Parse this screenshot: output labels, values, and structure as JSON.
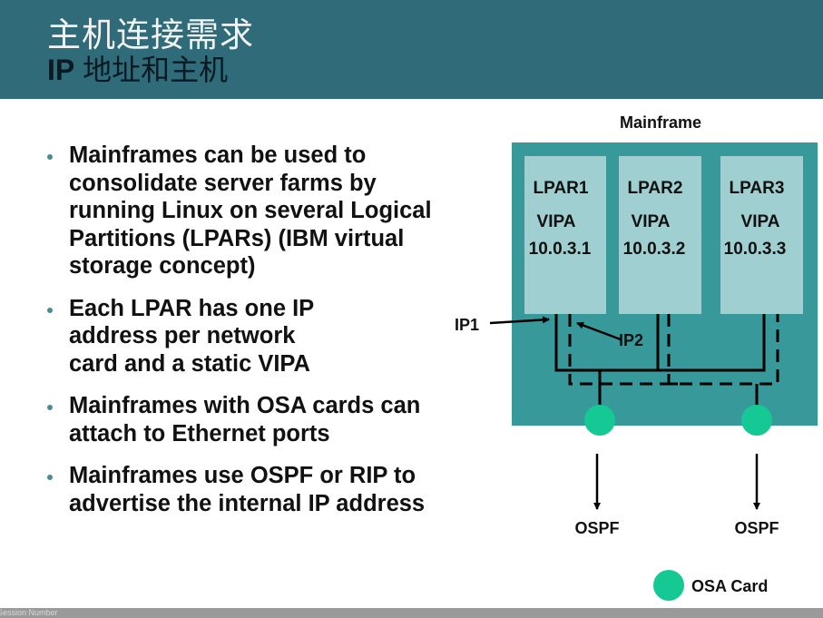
{
  "header": {
    "title": "主机连接需求",
    "subtitle_ip": "IP",
    "subtitle_zh": "地址和主机",
    "colors": {
      "background": "#2f6b78",
      "title": "#f2f2f2"
    }
  },
  "bullets": [
    "Mainframes can be used to consolidate server farms by running Linux on several Logical Partitions (LPARs) (IBM virtual storage concept)",
    "Each LPAR has one IP address per network card and a static VIPA",
    "Mainframes with OSA cards can attach to Ethernet ports",
    "Mainframes use OSPF or RIP to advertise the internal IP address"
  ],
  "diagram": {
    "title": "Mainframe",
    "lpars": [
      {
        "name": "LPAR1",
        "vipa_label": "VIPA",
        "ip": "10.0.3.1"
      },
      {
        "name": "LPAR2",
        "vipa_label": "VIPA",
        "ip": "10.0.3.2"
      },
      {
        "name": "LPAR3",
        "vipa_label": "VIPA",
        "ip": "10.0.3.3"
      }
    ],
    "ip1_label": "IP1",
    "ip2_label": "IP2",
    "outputs": [
      "OSPF",
      "OSPF"
    ],
    "legend_label": "OSA Card",
    "colors": {
      "mainframe": "#38999a",
      "lpar": "#9fcfd0",
      "osa": "#14c993"
    }
  },
  "footer": {
    "text": "Session Number"
  }
}
